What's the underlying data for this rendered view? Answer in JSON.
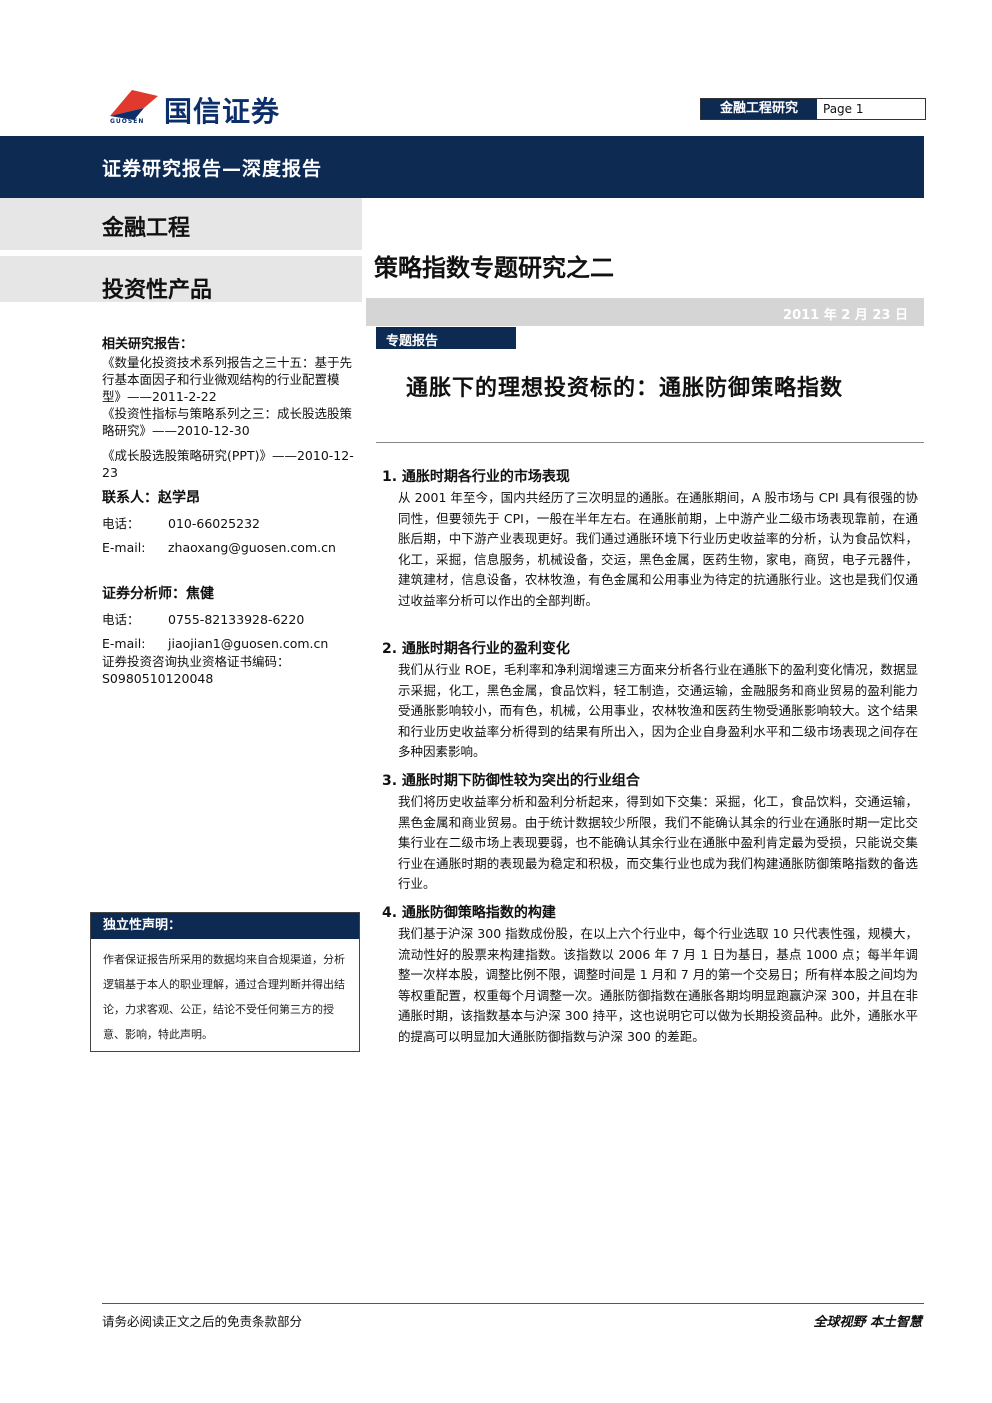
{
  "logo": {
    "name_cn": "国信证券",
    "name_en": "GUOSEN",
    "colors": {
      "red": "#e03a2e",
      "blue": "#0c2f6b"
    }
  },
  "header": {
    "dept": "金融工程研究",
    "page": "Page 1"
  },
  "banner": "证券研究报告—深度报告",
  "category": {
    "primary": "金融工程",
    "secondary": "投资性产品"
  },
  "report_title": "策略指数专题研究之二",
  "date": "2011 年 2 月 23 日",
  "special_tag": "专题报告",
  "main_title": "通胀下的理想投资标的：通胀防御策略指数",
  "sidebar": {
    "related_head": "相关研究报告：",
    "refs": [
      "《数量化投资技术系列报告之三十五：基于先行基本面因子和行业微观结构的行业配置模型》——2011-2-22",
      "《投资性指标与策略系列之三：成长股选股策略研究》——2010-12-30",
      "《成长股选股策略研究(PPT)》——2010-12-23"
    ],
    "contact_head": "联系人：赵学昂",
    "contact": [
      {
        "k": "电话：",
        "v": "010-66025232"
      },
      {
        "k": "E-mail:",
        "v": "zhaoxang@guosen.com.cn"
      }
    ],
    "analyst_head": "证券分析师：焦健",
    "analyst": [
      {
        "k": "电话：",
        "v": "0755-82133928-6220"
      },
      {
        "k": "E-mail:",
        "v": "jiaojian1@guosen.com.cn"
      }
    ],
    "cert": "证券投资咨询执业资格证书编码：S0980510120048"
  },
  "declaration": {
    "head": "独立性声明：",
    "body": "作者保证报告所采用的数据均来自合规渠道，分析逻辑基于本人的职业理解，通过合理判断并得出结论，力求客观、公正，结论不受任何第三方的授意、影响，特此声明。"
  },
  "sections": [
    {
      "heading": "1. 通胀时期各行业的市场表现",
      "text": "从 2001 年至今，国内共经历了三次明显的通胀。在通胀期间，A 股市场与 CPI 具有很强的协同性，但要领先于 CPI，一般在半年左右。在通胀前期，上中游产业二级市场表现靠前，在通胀后期，中下游产业表现更好。我们通过通胀环境下行业历史收益率的分析，认为食品饮料，化工，采掘，信息服务，机械设备，交运，黑色金属，医药生物，家电，商贸，电子元器件，建筑建材，信息设备，农林牧渔，有色金属和公用事业为待定的抗通胀行业。这也是我们仅通过收益率分析可以作出的全部判断。"
    },
    {
      "heading": "2. 通胀时期各行业的盈利变化",
      "text": "我们从行业 ROE，毛利率和净利润增速三方面来分析各行业在通胀下的盈利变化情况，数据显示采掘，化工，黑色金属，食品饮料，轻工制造，交通运输，金融服务和商业贸易的盈利能力受通胀影响较小，而有色，机械，公用事业，农林牧渔和医药生物受通胀影响较大。这个结果和行业历史收益率分析得到的结果有所出入，因为企业自身盈利水平和二级市场表现之间存在多种因素影响。"
    },
    {
      "heading": "3. 通胀时期下防御性较为突出的行业组合",
      "text": "我们将历史收益率分析和盈利分析起来，得到如下交集：采掘，化工，食品饮料，交通运输，黑色金属和商业贸易。由于统计数据较少所限，我们不能确认其余的行业在通胀时期一定比交集行业在二级市场上表现要弱，也不能确认其余行业在通胀中盈利肯定最为受损，只能说交集行业在通胀时期的表现最为稳定和积极，而交集行业也成为我们构建通胀防御策略指数的备选行业。"
    },
    {
      "heading": "4. 通胀防御策略指数的构建",
      "text": "我们基于沪深 300 指数成份股，在以上六个行业中，每个行业选取 10 只代表性强，规模大，流动性好的股票来构建指数。该指数以 2006 年 7 月 1 日为基日，基点 1000 点；每半年调整一次样本股，调整比例不限，调整时间是 1 月和 7 月的第一个交易日；所有样本股之间均为等权重配置，权重每个月调整一次。通胀防御指数在通胀各期均明显跑赢沪深 300，并且在非通胀时期，该指数基本与沪深 300 持平，这也说明它可以做为长期投资品种。此外，通胀水平的提高可以明显加大通胀防御指数与沪深 300 的差距。"
    }
  ],
  "footer": {
    "left": "请务必阅读正文之后的免责条款部分",
    "right": "全球视野 本土智慧"
  }
}
